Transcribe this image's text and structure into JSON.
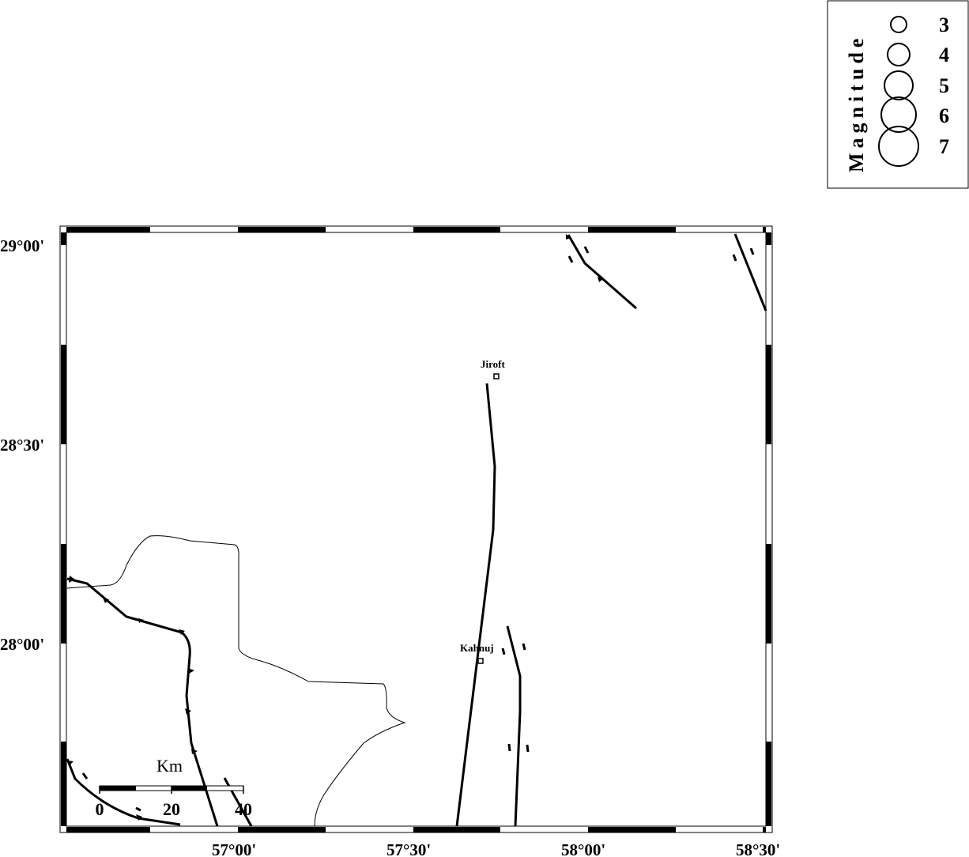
{
  "legend": {
    "title": "Magnitude",
    "items": [
      {
        "label": "3",
        "magnitude": 3
      },
      {
        "label": "4",
        "magnitude": 4
      },
      {
        "label": "5",
        "magnitude": 5
      },
      {
        "label": "6",
        "magnitude": 6
      },
      {
        "label": "7",
        "magnitude": 7
      }
    ]
  },
  "axes": {
    "lat_labels": [
      "29°00'",
      "28°30'",
      "28°00'"
    ],
    "lon_labels": [
      "57°00'",
      "57°30'",
      "58°00'",
      "58°30'"
    ]
  },
  "cities": [
    {
      "name": "Jiroft"
    },
    {
      "name": "Kahnuj"
    }
  ],
  "scale_bar": {
    "unit": "Km",
    "ticks": [
      "0",
      "20",
      "40"
    ]
  }
}
